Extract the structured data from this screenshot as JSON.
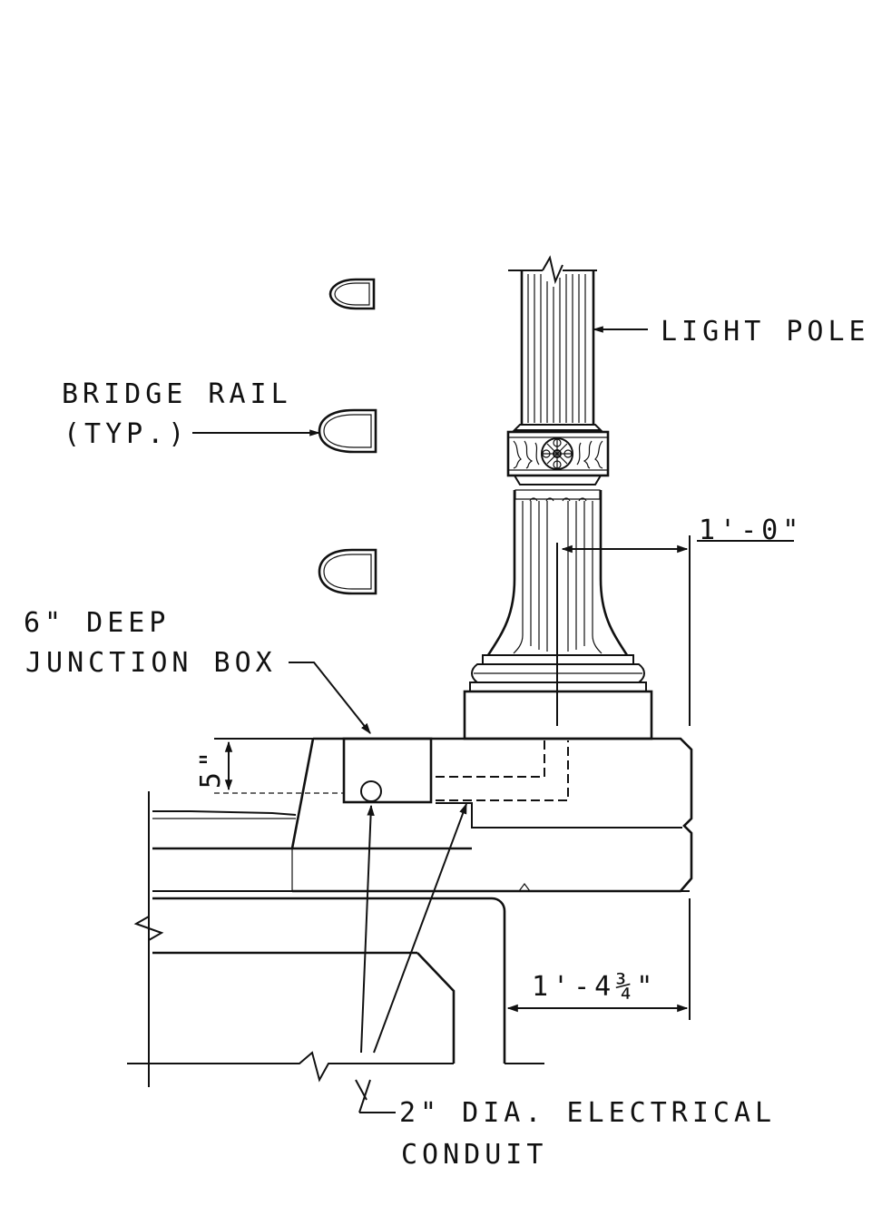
{
  "labels": {
    "light_pole": "LIGHT POLE",
    "bridge_rail_line1": "BRIDGE RAIL",
    "bridge_rail_line2": "(TYP.)",
    "junction_box_line1": "6\" DEEP",
    "junction_box_line2": "JUNCTION BOX",
    "conduit_line1": "2\" DIA. ELECTRICAL",
    "conduit_line2": "CONDUIT"
  },
  "dimensions": {
    "pole_offset": "1'-0\"",
    "box_depth": "5\"",
    "deck_overhang": "1'-4¾\""
  },
  "colors": {
    "ink": "#111111",
    "paper": "#ffffff"
  }
}
